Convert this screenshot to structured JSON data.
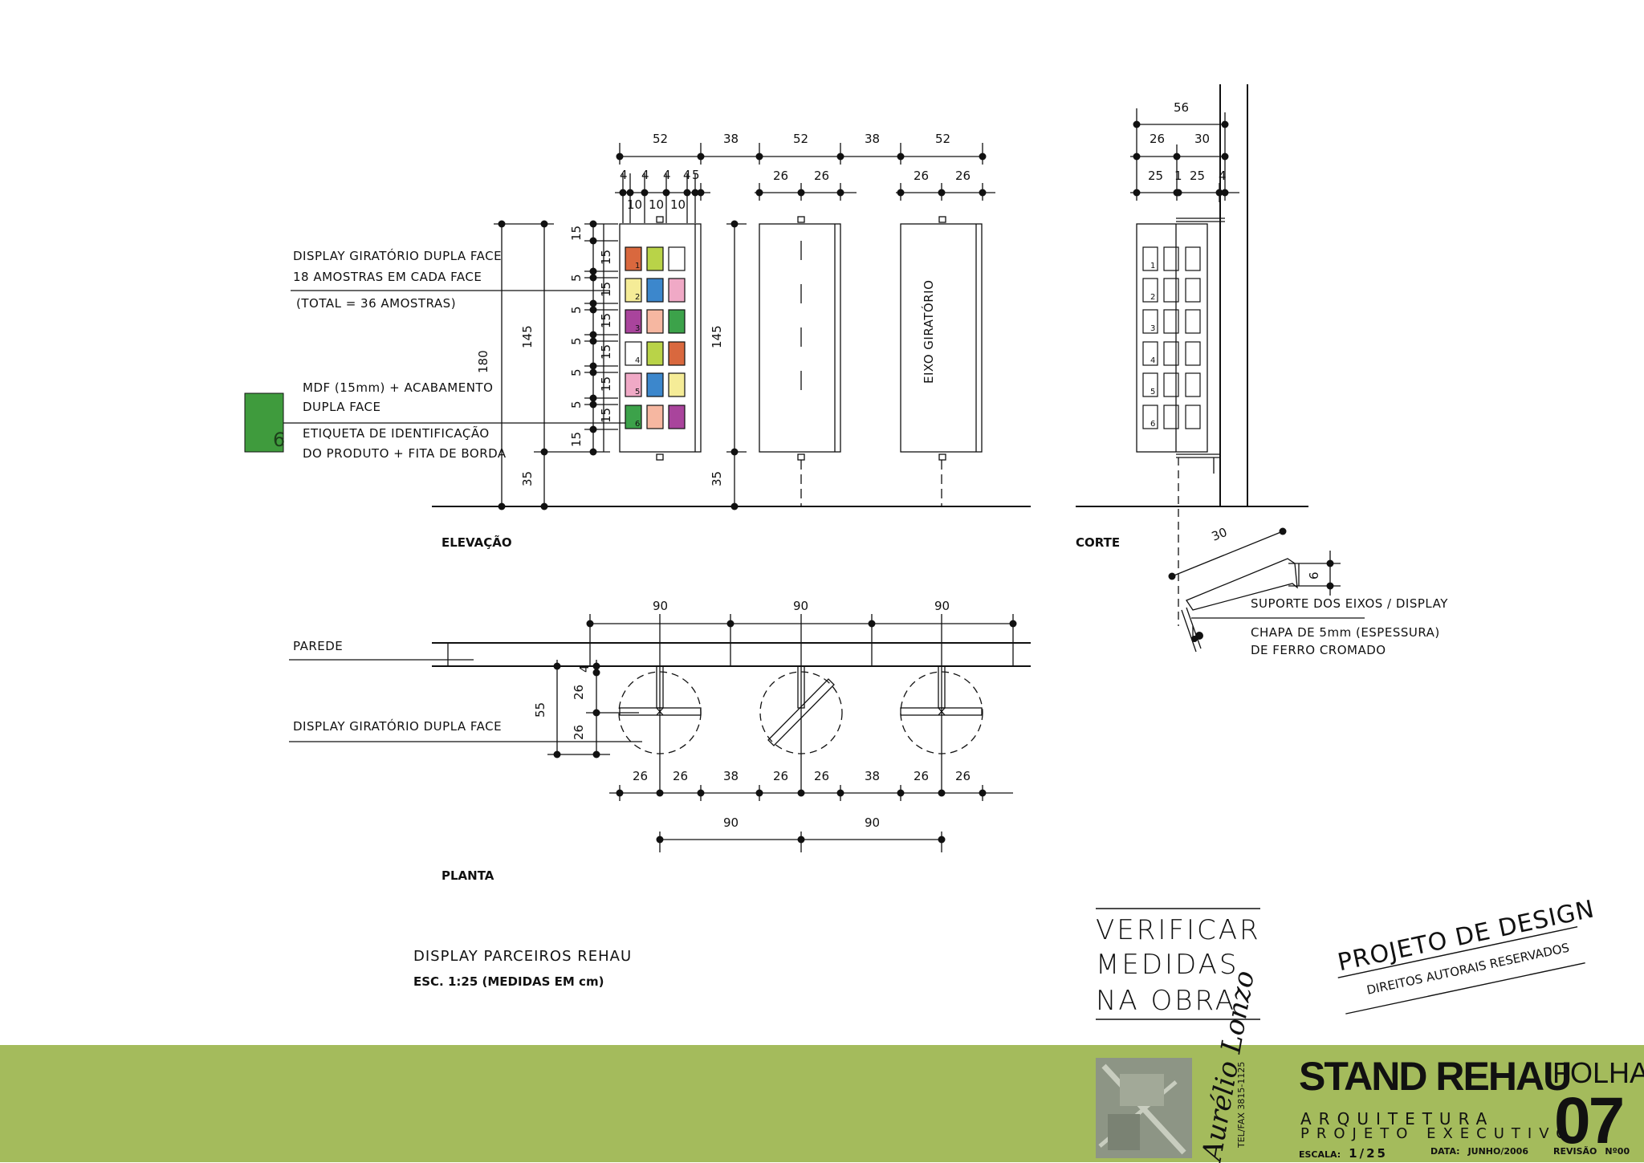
{
  "notes": {
    "display_line1": "DISPLAY GIRATÓRIO DUPLA FACE",
    "display_line2": "18 AMOSTRAS EM CADA FACE",
    "display_line3": "(TOTAL = 36 AMOSTRAS)",
    "mdf_line1": "MDF (15mm) + ACABAMENTO",
    "mdf_line2": "DUPLA FACE",
    "etiqueta_line1": "ETIQUETA DE IDENTIFICAÇÃO",
    "etiqueta_line2": "DO PRODUTO + FITA DE BORDA",
    "eixo": "EIXO GIRATÓRIO",
    "parede": "PAREDE",
    "display_plan": "DISPLAY GIRATÓRIO DUPLA FACE",
    "suporte": "SUPORTE DOS EIXOS / DISPLAY",
    "chapa_line1": "CHAPA DE 5mm (ESPESSURA)",
    "chapa_line2": "DE FERRO CROMADO"
  },
  "labels": {
    "elevacao": "ELEVAÇÃO",
    "corte": "CORTE",
    "planta": "PLANTA",
    "display_title": "DISPLAY PARCEIROS REHAU",
    "scale_note": "ESC. 1:25 (MEDIDAS EM cm)",
    "verificar_line1": "VERIFICAR",
    "verificar_line2": "MEDIDAS",
    "verificar_line3": "NA OBRA",
    "stamp_line1": "PROJETO DE DESIGN",
    "stamp_line2": "DIREITOS AUTORAIS RESERVADOS",
    "tag_number": "6"
  },
  "dimensions": {
    "top_row": [
      "52",
      "38",
      "52",
      "38",
      "52"
    ],
    "sub_row_1": [
      "4",
      "4",
      "4",
      "4",
      "5"
    ],
    "sub_row_1b": [
      "10",
      "10",
      "10"
    ],
    "sub_row_2": [
      "26",
      "26"
    ],
    "sub_row_3": [
      "26",
      "26"
    ],
    "vertical_left": [
      "180",
      "145",
      "35"
    ],
    "vertical_rows": [
      "15",
      "15",
      "5",
      "15",
      "5",
      "15",
      "5",
      "15",
      "5",
      "15",
      "5",
      "15",
      "15"
    ],
    "vertical_right": [
      "145",
      "35"
    ],
    "corte_top": "56",
    "corte_row2": [
      "26",
      "30"
    ],
    "corte_row3": [
      "25",
      "1",
      "25",
      "4"
    ],
    "bracket_len": "30",
    "bracket_h": "6",
    "plan_top": [
      "90",
      "90",
      "90"
    ],
    "plan_left": [
      "4",
      "26",
      "55",
      "26"
    ],
    "plan_bottom": [
      "26",
      "26",
      "38",
      "26",
      "26",
      "38",
      "26",
      "26"
    ],
    "plan_bottom2": [
      "90",
      "90"
    ],
    "sample_numbers": [
      "1",
      "2",
      "3",
      "4",
      "5",
      "6"
    ]
  },
  "swatches": [
    [
      "#d9683e",
      "#b9d348",
      "#ffffff"
    ],
    [
      "#f5ec97",
      "#3c87cc",
      "#f0a9c6"
    ],
    [
      "#a9449c",
      "#f6b7a1",
      "#3ca24a"
    ],
    [
      "#ffffff",
      "#b9d348",
      "#d9683e"
    ],
    [
      "#f0a9c6",
      "#3c87cc",
      "#f5ec97"
    ],
    [
      "#3ca24a",
      "#f6b7a1",
      "#a9449c"
    ]
  ],
  "tag_color": "#3f9b3d",
  "footer": {
    "title": "STAND REHAU",
    "folha_label": "FOLHA",
    "folha_number": "07",
    "arquitetura": "ARQUITETURA",
    "projeto_executivo": "PROJETO   EXECUTIVO",
    "escala_label": "ESCALA:",
    "escala_value": "1/25",
    "data_label": "DATA:",
    "data_value": "JUNHO/2006",
    "revisao_label": "REVISÃO",
    "revisao_value": "Nº00",
    "signature": "Aurélio Lonzo",
    "tel": "TEL/FAX 3815-1125",
    "bg_color": "#a4bb5c"
  }
}
